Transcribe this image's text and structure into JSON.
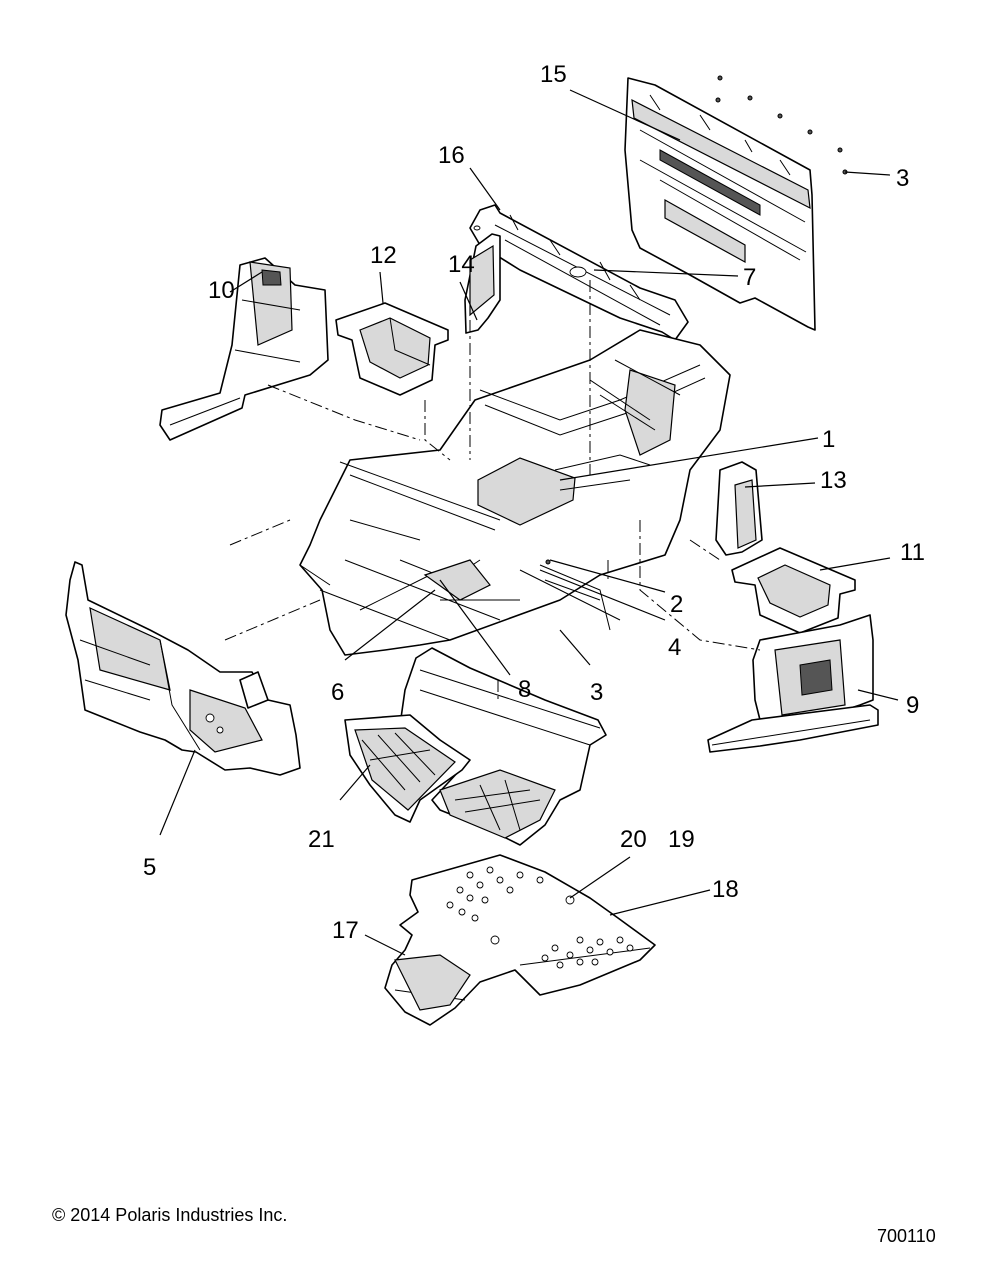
{
  "callouts": [
    {
      "id": "1",
      "label": "1"
    },
    {
      "id": "2",
      "label": "2"
    },
    {
      "id": "3a",
      "label": "3"
    },
    {
      "id": "3b",
      "label": "3"
    },
    {
      "id": "4",
      "label": "4"
    },
    {
      "id": "5",
      "label": "5"
    },
    {
      "id": "6",
      "label": "6"
    },
    {
      "id": "7",
      "label": "7"
    },
    {
      "id": "8",
      "label": "8"
    },
    {
      "id": "9",
      "label": "9"
    },
    {
      "id": "10",
      "label": "10"
    },
    {
      "id": "11",
      "label": "11"
    },
    {
      "id": "12",
      "label": "12"
    },
    {
      "id": "13",
      "label": "13"
    },
    {
      "id": "14",
      "label": "14"
    },
    {
      "id": "15",
      "label": "15"
    },
    {
      "id": "16",
      "label": "16"
    },
    {
      "id": "17",
      "label": "17"
    },
    {
      "id": "18",
      "label": "18"
    },
    {
      "id": "19",
      "label": "19"
    },
    {
      "id": "20",
      "label": "20"
    },
    {
      "id": "21",
      "label": "21"
    }
  ],
  "footer": {
    "copyright": "© 2014 Polaris Industries Inc.",
    "diagram_number": "700110"
  }
}
